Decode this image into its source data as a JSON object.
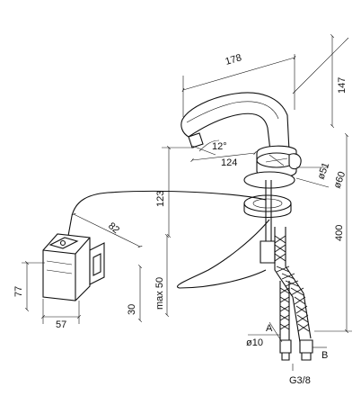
{
  "dimensions": {
    "spout_length": "178",
    "upper_height": "147",
    "spout_angle": "12°",
    "spout_reach": "124",
    "body_height": "123",
    "diameter_51": "ø51",
    "diameter_60": "ø60",
    "total_height": "400",
    "cable_length": "max 50",
    "box_depth": "82",
    "box_height": "77",
    "box_width": "57",
    "bracket_height": "30",
    "hose_diameter": "ø10",
    "thread": "G3/8"
  },
  "labels": {
    "point_a": "A",
    "point_b": "B"
  }
}
